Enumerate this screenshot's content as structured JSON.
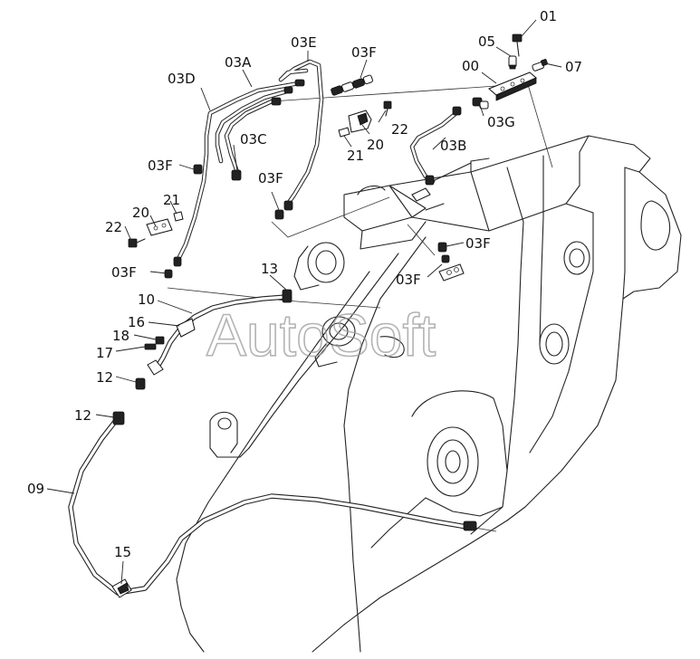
{
  "watermark": "AutoSoft",
  "labels": [
    {
      "id": "01",
      "text": "01"
    },
    {
      "id": "05",
      "text": "05"
    },
    {
      "id": "07",
      "text": "07"
    },
    {
      "id": "00",
      "text": "00"
    },
    {
      "id": "03E",
      "text": "03E"
    },
    {
      "id": "03F-top",
      "text": "03F"
    },
    {
      "id": "03A",
      "text": "03A"
    },
    {
      "id": "03D",
      "text": "03D"
    },
    {
      "id": "03G",
      "text": "03G"
    },
    {
      "id": "22-top",
      "text": "22"
    },
    {
      "id": "20-top",
      "text": "20"
    },
    {
      "id": "21-top",
      "text": "21"
    },
    {
      "id": "03B",
      "text": "03B"
    },
    {
      "id": "03C",
      "text": "03C"
    },
    {
      "id": "03F-left",
      "text": "03F"
    },
    {
      "id": "03F-mid",
      "text": "03F"
    },
    {
      "id": "21-left",
      "text": "21"
    },
    {
      "id": "20-left",
      "text": "20"
    },
    {
      "id": "22-left",
      "text": "22"
    },
    {
      "id": "03F-right1",
      "text": "03F"
    },
    {
      "id": "03F-lower",
      "text": "03F"
    },
    {
      "id": "13",
      "text": "13"
    },
    {
      "id": "03F-right2",
      "text": "03F"
    },
    {
      "id": "10",
      "text": "10"
    },
    {
      "id": "16",
      "text": "16"
    },
    {
      "id": "18",
      "text": "18"
    },
    {
      "id": "17",
      "text": "17"
    },
    {
      "id": "12-upper",
      "text": "12"
    },
    {
      "id": "12-lower",
      "text": "12"
    },
    {
      "id": "09",
      "text": "09"
    },
    {
      "id": "15",
      "text": "15"
    }
  ]
}
